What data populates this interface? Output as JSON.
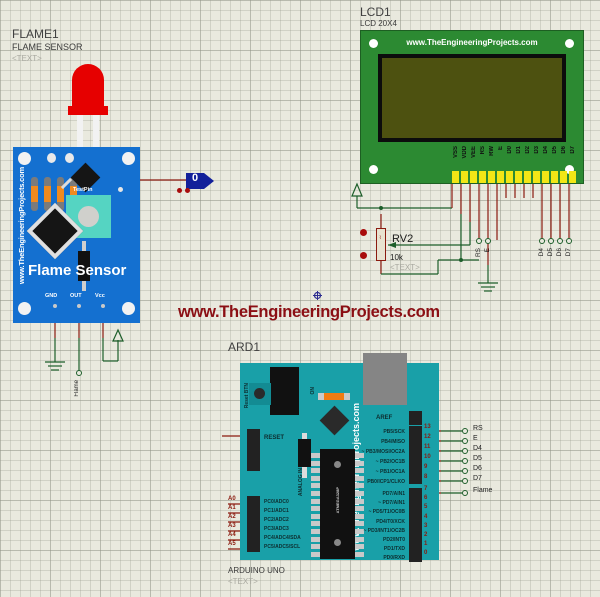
{
  "app": {
    "kind": "proteus-schematic",
    "background_color": "#e9e9de",
    "grid": true
  },
  "watermark": {
    "center_text": "www.TheEngineeringProjects.com",
    "center_color": "#8b0f14",
    "lcd_text": "www.TheEngineeringProjects.com",
    "flame_text": "www.TheEngineeringProjects.com",
    "arduino_text": "www.TheEngineeringProjects.com"
  },
  "flame_sensor": {
    "ref": "FLAME1",
    "device": "FLAME SENSOR",
    "text_placeholder": "<TEXT>",
    "board_title": "Flame Sensor",
    "board_color": "#1470d0",
    "test_pin_label": "TestPin",
    "pins": [
      "GND",
      "OUT",
      "Vcc"
    ],
    "led_color": "#e60000"
  },
  "probe": {
    "name": "logic-probe",
    "value": "0",
    "color": "#13209a"
  },
  "lcd": {
    "ref": "LCD1",
    "device": "LCD 20X4",
    "text_placeholder": "<TEXT>",
    "board_color": "#2c8a32",
    "screen_color": "#4d5110",
    "pins": [
      "VSS",
      "VDD",
      "VEE",
      "RS",
      "RW",
      "E",
      "D0",
      "D1",
      "D2",
      "D3",
      "D4",
      "D5",
      "D6",
      "D7"
    ]
  },
  "potentiometer": {
    "ref": "RV2",
    "value": "10k",
    "text_placeholder": "<TEXT>"
  },
  "terminals": {
    "lcd_side": [
      "RS",
      "E",
      "D4",
      "D5",
      "D6",
      "D7"
    ],
    "arduino_side": [
      "RS",
      "E",
      "D4",
      "D5",
      "D6",
      "D7"
    ],
    "flame_terminal": "Flame"
  },
  "arduino": {
    "ref": "ARD1",
    "device": "ARDUINO UNO",
    "text_placeholder": "<TEXT>",
    "board_color": "#19a0a8",
    "reset_label": "RESET",
    "reset_btn_label": "Reset BTN",
    "on_label": "ON",
    "aref_label": "AREF",
    "analog_header_label": "ANALOG IN",
    "mcu_label": "ATMEGA328P",
    "analog_pins": [
      {
        "num": "A0",
        "func": "PC0/ADC0"
      },
      {
        "num": "A1",
        "func": "PC1/ADC1"
      },
      {
        "num": "A2",
        "func": "PC2/ADC2"
      },
      {
        "num": "A3",
        "func": "PC3/ADC3"
      },
      {
        "num": "A4",
        "func": "PC4/ADC4/SDA"
      },
      {
        "num": "A5",
        "func": "PC5/ADC5/SCL"
      }
    ],
    "digital_pins_high": [
      {
        "num": "13",
        "func": "PB5/SCK"
      },
      {
        "num": "12",
        "func": "PB4/MISO"
      },
      {
        "num": "11",
        "func": "~ PB3/MOSI/OC2A"
      },
      {
        "num": "10",
        "func": "~ PB2/OC1B"
      },
      {
        "num": "9",
        "func": "~ PB1/OC1A"
      },
      {
        "num": "8",
        "func": "PB0/ICP1/CLKO"
      }
    ],
    "digital_pins_low": [
      {
        "num": "7",
        "func": "PD7/AIN1"
      },
      {
        "num": "6",
        "func": "~ PD7/AIN1"
      },
      {
        "num": "5",
        "func": "~ PD5/T1/OC0B"
      },
      {
        "num": "4",
        "func": "PD4/T0/XCK"
      },
      {
        "num": "3",
        "func": "~ PD3/INT1/OC2B"
      },
      {
        "num": "2",
        "func": "PD2/INT0"
      },
      {
        "num": "1",
        "func": "PD1/TXD"
      },
      {
        "num": "0",
        "func": "PD0/RXD"
      }
    ]
  }
}
